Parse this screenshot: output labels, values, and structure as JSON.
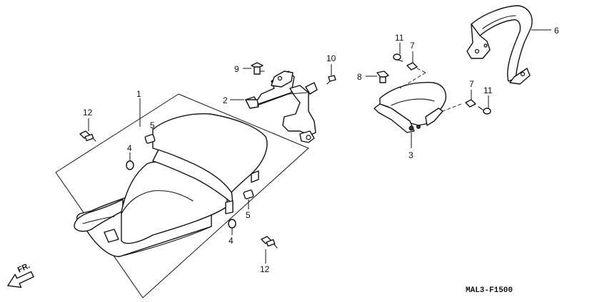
{
  "diagram": {
    "code": "MAL3-F1500",
    "direction_label": "FR.",
    "callouts": {
      "seat": "1",
      "seat_bracket": "2",
      "rear_cowl": "3",
      "cushion_left": "4",
      "cushion_right": "4",
      "clip_left": "5",
      "clip_right": "5",
      "grab_rail": "6",
      "nut_upper": "7",
      "nut_lower": "7",
      "bolt_8": "8",
      "bolt_9": "9",
      "screw_10": "10",
      "bolt_11_upper": "11",
      "bolt_11_lower": "11",
      "bolt_12_upper": "12",
      "bolt_12_lower": "12"
    }
  }
}
